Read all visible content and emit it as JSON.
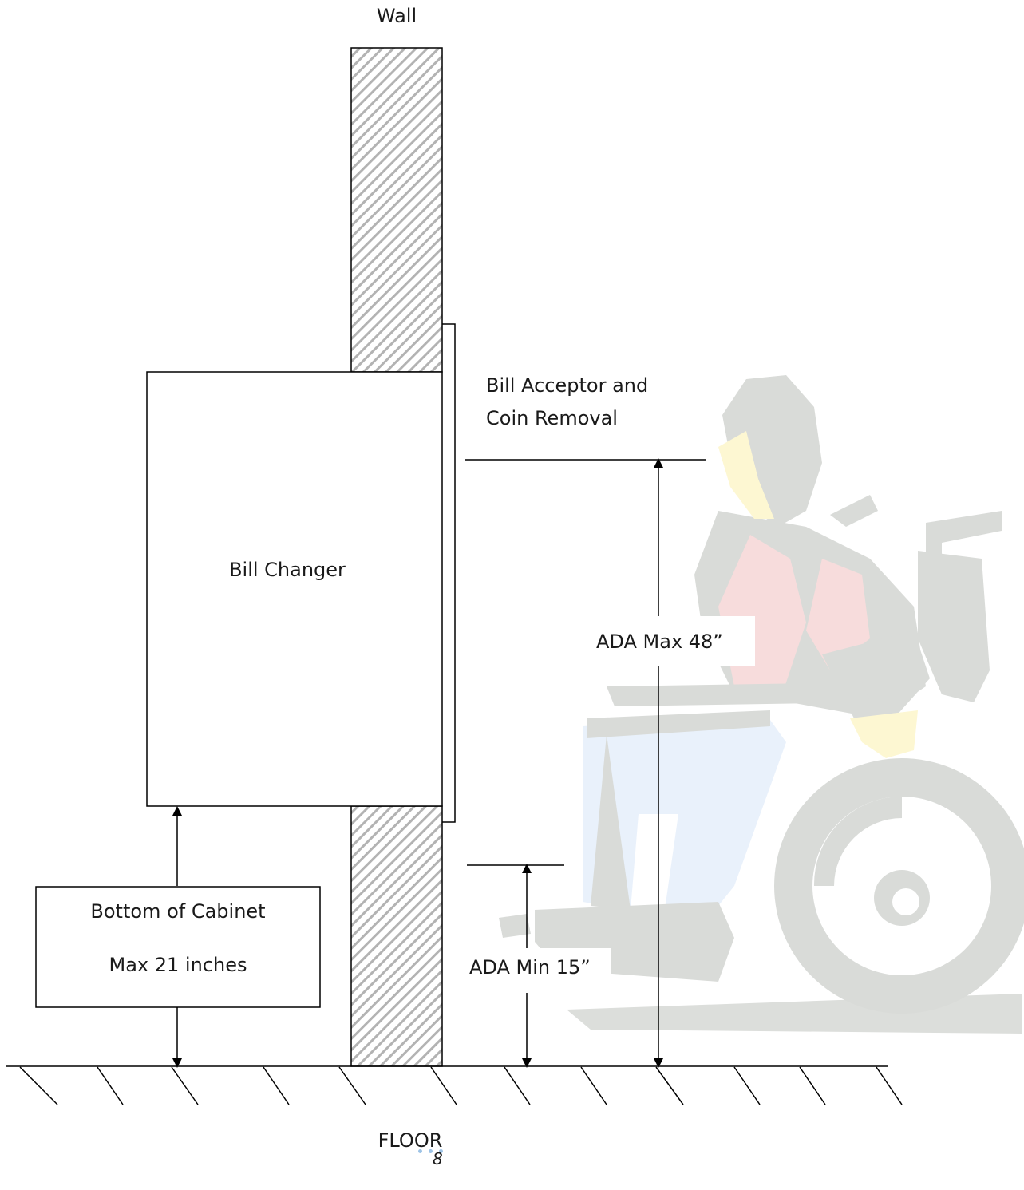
{
  "labels": {
    "wall": "Wall",
    "bill_changer": "Bill Changer",
    "bill_acceptor_line1": "Bill Acceptor and",
    "bill_acceptor_line2": "Coin Removal",
    "ada_max": "ADA Max 48”",
    "ada_min": "ADA Min 15”",
    "bottom_line1": "Bottom of Cabinet",
    "bottom_line2": "Max 21 inches",
    "floor": "FLOOR",
    "page_number": "8"
  },
  "icons": {
    "person": "wheelchair-user-icon"
  },
  "colors": {
    "line": "#000000",
    "silhouette": "#d9dbd8",
    "jacket": "#f7dcdc",
    "skin": "#fdf7d2",
    "pants": "#e9f1fb",
    "hatch": "#bfbfbf"
  }
}
